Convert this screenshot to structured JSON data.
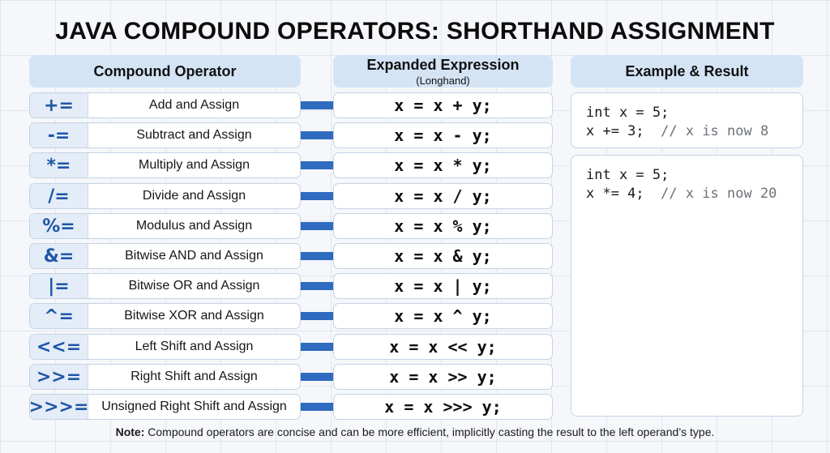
{
  "title": "JAVA COMPOUND OPERATORS: SHORTHAND ASSIGNMENT",
  "headers": {
    "operator": "Compound Operator",
    "expanded": "Expanded Expression",
    "expanded_sub": "(Longhand)",
    "example": "Example & Result"
  },
  "rows": [
    {
      "symbol": "+=",
      "name": "Add and Assign",
      "expr": "x = x + y;"
    },
    {
      "symbol": "-=",
      "name": "Subtract and Assign",
      "expr": "x = x - y;"
    },
    {
      "symbol": "*=",
      "name": "Multiply and Assign",
      "expr": "x = x * y;"
    },
    {
      "symbol": "/=",
      "name": "Divide and Assign",
      "expr": "x = x / y;"
    },
    {
      "symbol": "%=",
      "name": "Modulus and Assign",
      "expr": "x = x % y;"
    },
    {
      "symbol": "&=",
      "name": "Bitwise AND and Assign",
      "expr": "x = x & y;"
    },
    {
      "symbol": "|=",
      "name": "Bitwise OR and Assign",
      "expr": "x = x | y;"
    },
    {
      "symbol": "^=",
      "name": "Bitwise XOR and Assign",
      "expr": "x = x ^ y;"
    },
    {
      "symbol": "<<=",
      "name": "Left Shift and Assign",
      "expr": "x = x << y;"
    },
    {
      "symbol": ">>=",
      "name": "Right Shift and Assign",
      "expr": "x = x >> y;"
    },
    {
      "symbol": ">>>=",
      "name": "Unsigned Right Shift and Assign",
      "expr": "x = x >>> y;"
    }
  ],
  "examples": [
    {
      "line1": "int x = 5;",
      "line2_code": "x += 3;  ",
      "line2_comment": "// x is now 8"
    },
    {
      "line1": "int x = 5;",
      "line2_code": "x *= 4;  ",
      "line2_comment": "// x is now 20"
    }
  ],
  "note": {
    "label": "Note:",
    "text": " Compound operators are concise and can be more efficient, implicitly casting the result to the left operand’s type."
  },
  "colors": {
    "accent_blue": "#1f56a6",
    "arrow_blue": "#2f6bbf",
    "header_bg": "#d4e4f5",
    "comment_gray": "#6d7178"
  },
  "icons": {
    "arrow": "right-arrow-icon"
  }
}
